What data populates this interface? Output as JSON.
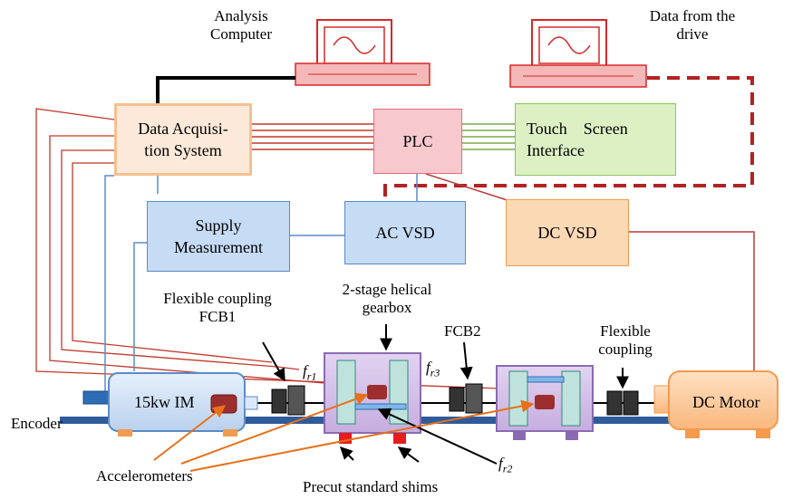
{
  "labels": {
    "analysis_computer_line1": "Analysis",
    "analysis_computer_line2": "Computer",
    "data_from_drive_line1": "Data from the",
    "data_from_drive_line2": "drive",
    "daq_line1": "Data Acquisi-",
    "daq_line2": "tion System",
    "plc": "PLC",
    "touch_screen_line1": "Touch    Screen",
    "touch_screen_line2": "Interface",
    "supply_line1": "Supply",
    "supply_line2": "Measurement",
    "ac_vsd": "AC VSD",
    "dc_vsd": "DC VSD",
    "flex_coupling_fcb1_line1": "Flexible coupling",
    "flex_coupling_fcb1_line2": "FCB1",
    "gearbox_line1": "2-stage helical",
    "gearbox_line2": "gearbox",
    "fcb2": "FCB2",
    "flex_coupling_line1": "Flexible",
    "flex_coupling_line2": "coupling",
    "im_motor": "15kw IM",
    "dc_motor": "DC Motor",
    "encoder": "Encoder",
    "accelerometers": "Accelerometers",
    "shims": "Precut standard shims",
    "fr1_base": "f",
    "fr1_sub": "r1",
    "fr2_base": "f",
    "fr2_sub": "r2",
    "fr3_base": "f",
    "fr3_sub": "r3"
  },
  "colors": {
    "daq_fill": "#fde9d9",
    "daq_border": "#f5c08f",
    "plc_fill": "#f8c8cf",
    "plc_border": "#e86b7b",
    "touch_fill": "#dcf0c4",
    "touch_border": "#8cc25a",
    "blue_fill": "#c6dbf4",
    "blue_border": "#5b8bc9",
    "dcvsd_fill": "#fcd9b5",
    "dcvsd_border": "#f39a4f",
    "red_wire": "#c0392b",
    "green_wire": "#7aa84c",
    "blue_wire": "#5b8bc9",
    "dashed": "#b22222",
    "orange_arrow": "#e8701a",
    "rail": "#2f5b9a"
  }
}
